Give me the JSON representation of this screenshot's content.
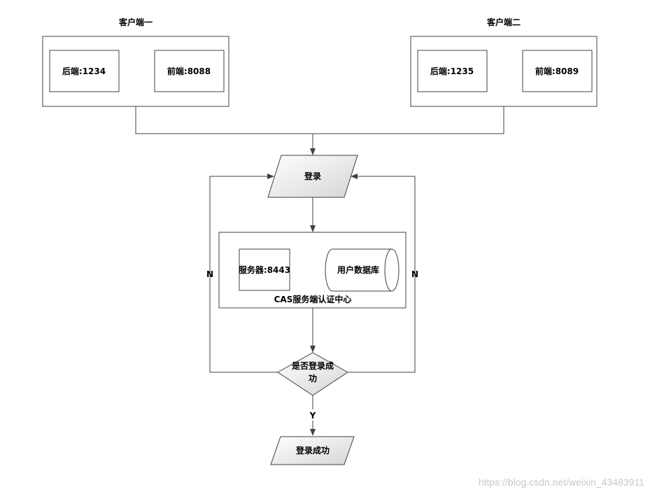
{
  "client1": {
    "title": "客户端一",
    "backend": "后端:1234",
    "frontend": "前端:8088"
  },
  "client2": {
    "title": "客户端二",
    "backend": "后端:1235",
    "frontend": "前端:8089"
  },
  "login": "登录",
  "cas": {
    "title": "CAS服务端认证中心",
    "server": "服务器:8443",
    "database": "用户数据库"
  },
  "decision": {
    "line1": "是否登录成",
    "line2": "功"
  },
  "labels": {
    "no_left": "N",
    "no_right": "N",
    "yes": "Y"
  },
  "result": "登录成功",
  "watermark": "https://blog.csdn.net/weixin_43483911"
}
